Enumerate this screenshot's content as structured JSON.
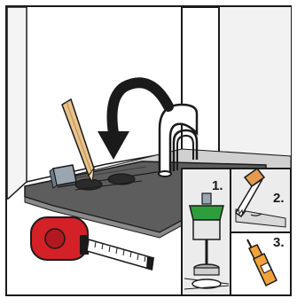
{
  "illustration": {
    "steps": [
      {
        "number": "1.",
        "tool": "hole-saw-drill-icon"
      },
      {
        "number": "2.",
        "tool": "hand-saw-icon"
      },
      {
        "number": "3.",
        "tool": "glue-bottle-icon"
      }
    ],
    "scene_icons": [
      "pencil-icon",
      "tape-measure-icon",
      "spacer-block-icon",
      "heating-pipes-icon",
      "curved-arrow-icon"
    ],
    "colors": {
      "outline": "#1a1a1a",
      "wall": "#ffffff",
      "wall_shadow": "#e6e6e6",
      "floor_board": "#5d5d5d",
      "floor_board_top": "#7a7a7a",
      "subfloor": "#c9c9c9",
      "panel_bg": "#e9e9e9",
      "tape_measure": "#d42027",
      "drill_bit_green": "#2e9e3c",
      "pencil": "#e8c28a",
      "saw_handle": "#e39b4f",
      "glue_bottle": "#f2a23a"
    }
  }
}
